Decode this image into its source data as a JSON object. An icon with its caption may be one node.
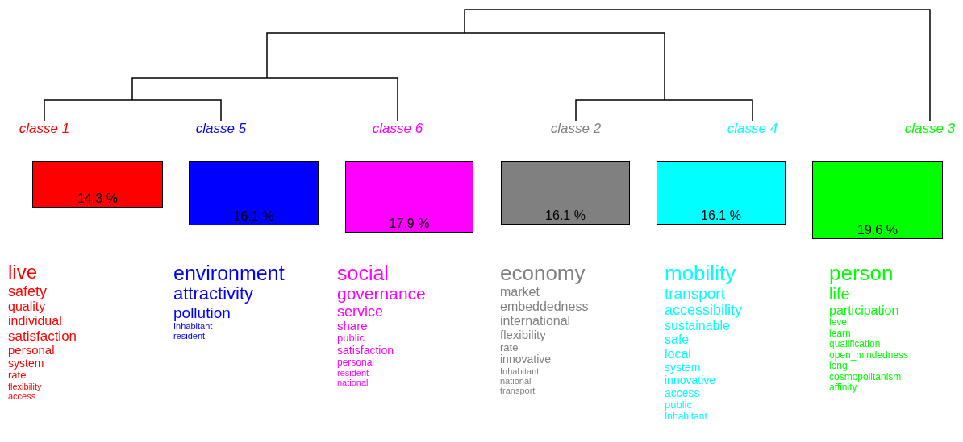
{
  "diagram": {
    "nodes": [
      {
        "text": [
          "classe 1",
          "14.3 %"
        ],
        "beside": [
          "live",
          "safety",
          "quality",
          "individual",
          "satisfaction",
          "personal",
          "system",
          "rate",
          "flexibility",
          "access"
        ]
      },
      {
        "text": [
          "classe 5",
          "16.1 %"
        ],
        "beside": [
          "environment",
          "attractivity",
          "pollution",
          "Inhabitant",
          "resident"
        ]
      },
      {
        "text": [
          "classe 6",
          "17.9 %"
        ],
        "beside": [
          "social",
          "governance",
          "service",
          "share",
          "public",
          "satisfaction",
          "personal",
          "resident",
          "national"
        ]
      },
      {
        "text": [
          "classe 2",
          "16.1 %"
        ],
        "beside": [
          "economy",
          "market",
          "embeddedness",
          "international",
          "flexibility",
          "rate",
          "innovative",
          "Inhabitant",
          "national",
          "transport"
        ]
      },
      {
        "text": [
          "classe 4",
          "16.1 %"
        ],
        "beside": [
          "mobility",
          "transport",
          "accessibility",
          "sustainable",
          "safe",
          "local",
          "system",
          "innovative",
          "access",
          "public",
          "Inhabitant"
        ]
      },
      {
        "text": [
          "classe 3",
          "19.6 %"
        ],
        "beside": [
          "person",
          "life",
          "participation",
          "level",
          "learn",
          "qualification",
          "open_mindedness",
          "long",
          "cosmopolitanism",
          "affinity"
        ]
      }
    ]
  }
}
